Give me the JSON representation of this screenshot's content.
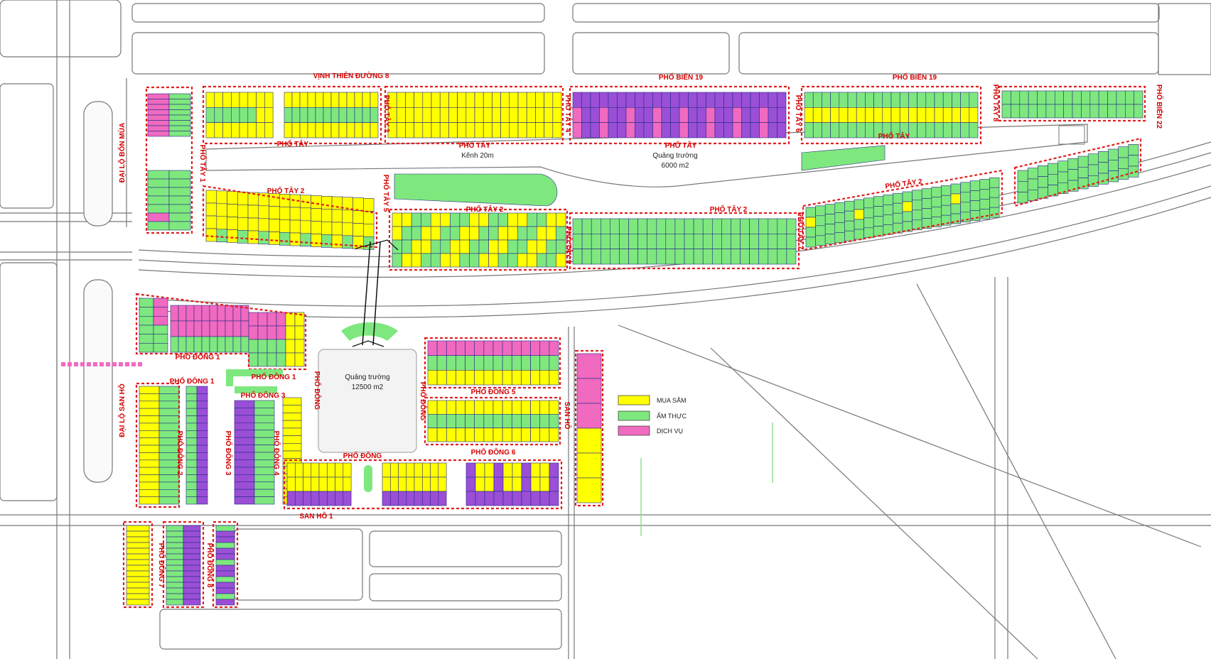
{
  "colors": {
    "shopping": "#ffff00",
    "food": "#7ee87e",
    "service": "#f06ac0",
    "purple": "#9a4fd6",
    "outline": "#e02020",
    "road": "#777777"
  },
  "legend": {
    "items": [
      {
        "key": "shopping",
        "label": "MUA SẮM"
      },
      {
        "key": "food",
        "label": "ẨM THỰC"
      },
      {
        "key": "service",
        "label": "DỊCH VỤ"
      }
    ]
  },
  "streets": {
    "vinh_thien_duong_8": "VỊNH THIÊN ĐƯỜNG 8",
    "pho_bien_19_a": "PHỐ BIỂN 19",
    "pho_bien_19_b": "PHỐ BIỂN 19",
    "pho_bien_22": "PHỐ BIỂN 22",
    "dai_lo_bon_mua": "ĐẠI LỘ BỐN MÙA",
    "dai_lo_san_ho": "ĐẠI LỘ SAN HÔ",
    "pho_tay_1": "PHỐ TÂY 1",
    "pho_tay_a": "PHỐ TÂY",
    "pho_tay_b": "PHỐ TÂY",
    "pho_tay_c": "PHỐ TÂY",
    "pho_tay_d": "PHỐ TÂY",
    "pho_tay_2_a": "PHỐ TÂY 2",
    "pho_tay_2_b": "PHỐ TÂY 2",
    "pho_tay_2_c": "PHỐ TÂY 2",
    "pho_tay_2_d": "PHỐ TÂY 2",
    "pho_tay_3": "PHỐ TÂY 3",
    "pho_tay_4": "PHỐ TÂY 4",
    "pho_tay_5": "PHỐ TÂY 5",
    "pho_tay_6": "PHỐ TÂY 6",
    "pho_tay_7": "PHỐ TÂY 7",
    "pho_tay_8": "PHỐ TÂY 8",
    "pho_tay_9": "PHỐ TÂY 9",
    "pho_dong_1_a": "PHỐ ĐÔNG 1",
    "pho_dong_1_b": "PHỐ ĐÔNG 1",
    "pho_dong_1_c": "PHỐ ĐÔNG 1",
    "pho_dong_2": "PHỐ ĐÔNG 2",
    "pho_dong_3_a": "PHỐ ĐÔNG 3",
    "pho_dong_3_b": "PHỐ ĐÔNG 3",
    "pho_dong_4": "PHỐ ĐÔNG 4",
    "pho_dong_5": "PHỐ ĐÔNG 5",
    "pho_dong_6": "PHỐ ĐÔNG 6",
    "pho_dong_7": "PHỐ ĐÔNG 7",
    "pho_dong_8": "PHỐ ĐÔNG 8",
    "pho_dong_a": "PHỐ ĐÔNG",
    "pho_dong_b": "PHỐ ĐÔNG",
    "pho_dong_c": "PHỐ ĐÔNG",
    "san_ho": "SAN HÔ",
    "san_ho_1": "SAN HÔ 1"
  },
  "features": {
    "canal": "Kênh 20m",
    "plaza_west_name": "Quảng trường",
    "plaza_west_area": "6000 m2",
    "plaza_main_name": "Quảng trường",
    "plaza_main_area": "12500 m2"
  }
}
